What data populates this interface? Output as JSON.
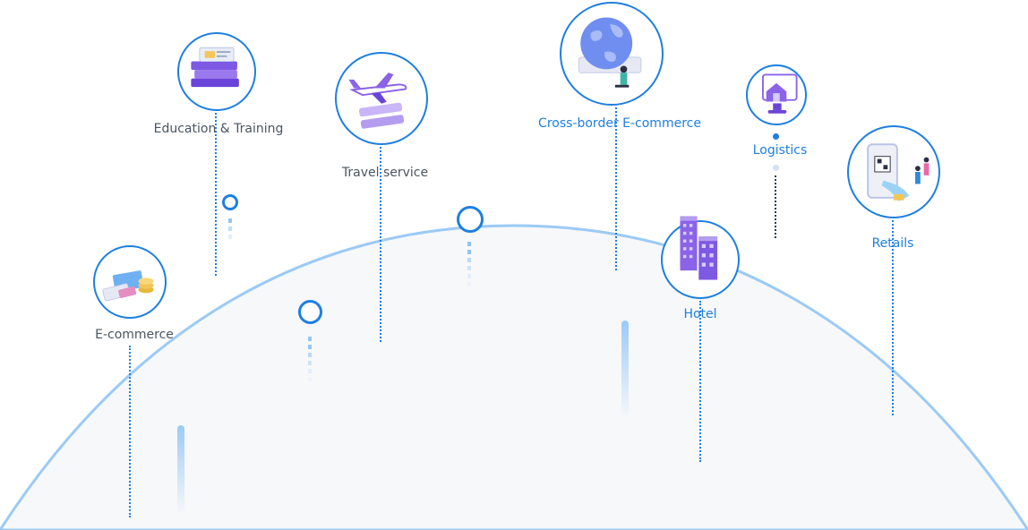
{
  "industries": {
    "education": "Education & Training",
    "travel": "Travel service",
    "cross_border": "Cross-border E-commerce",
    "logistics": "Logistics",
    "retails": "Retails",
    "ecommerce": "E-commerce",
    "hotel": "Hotel"
  },
  "colors": {
    "accent": "#1e7fe0",
    "dome": "#9ccaf5",
    "dome_fill": "#f7f8fa",
    "label_gray": "#4a5560",
    "icon_purple": "#8a63e8"
  },
  "icons": {
    "education": "books-icon",
    "travel": "airplane-tickets-icon",
    "cross_border": "globe-icon",
    "logistics": "monitor-house-icon",
    "retails": "phone-payment-icon",
    "ecommerce": "card-coins-icon",
    "hotel": "buildings-icon"
  }
}
